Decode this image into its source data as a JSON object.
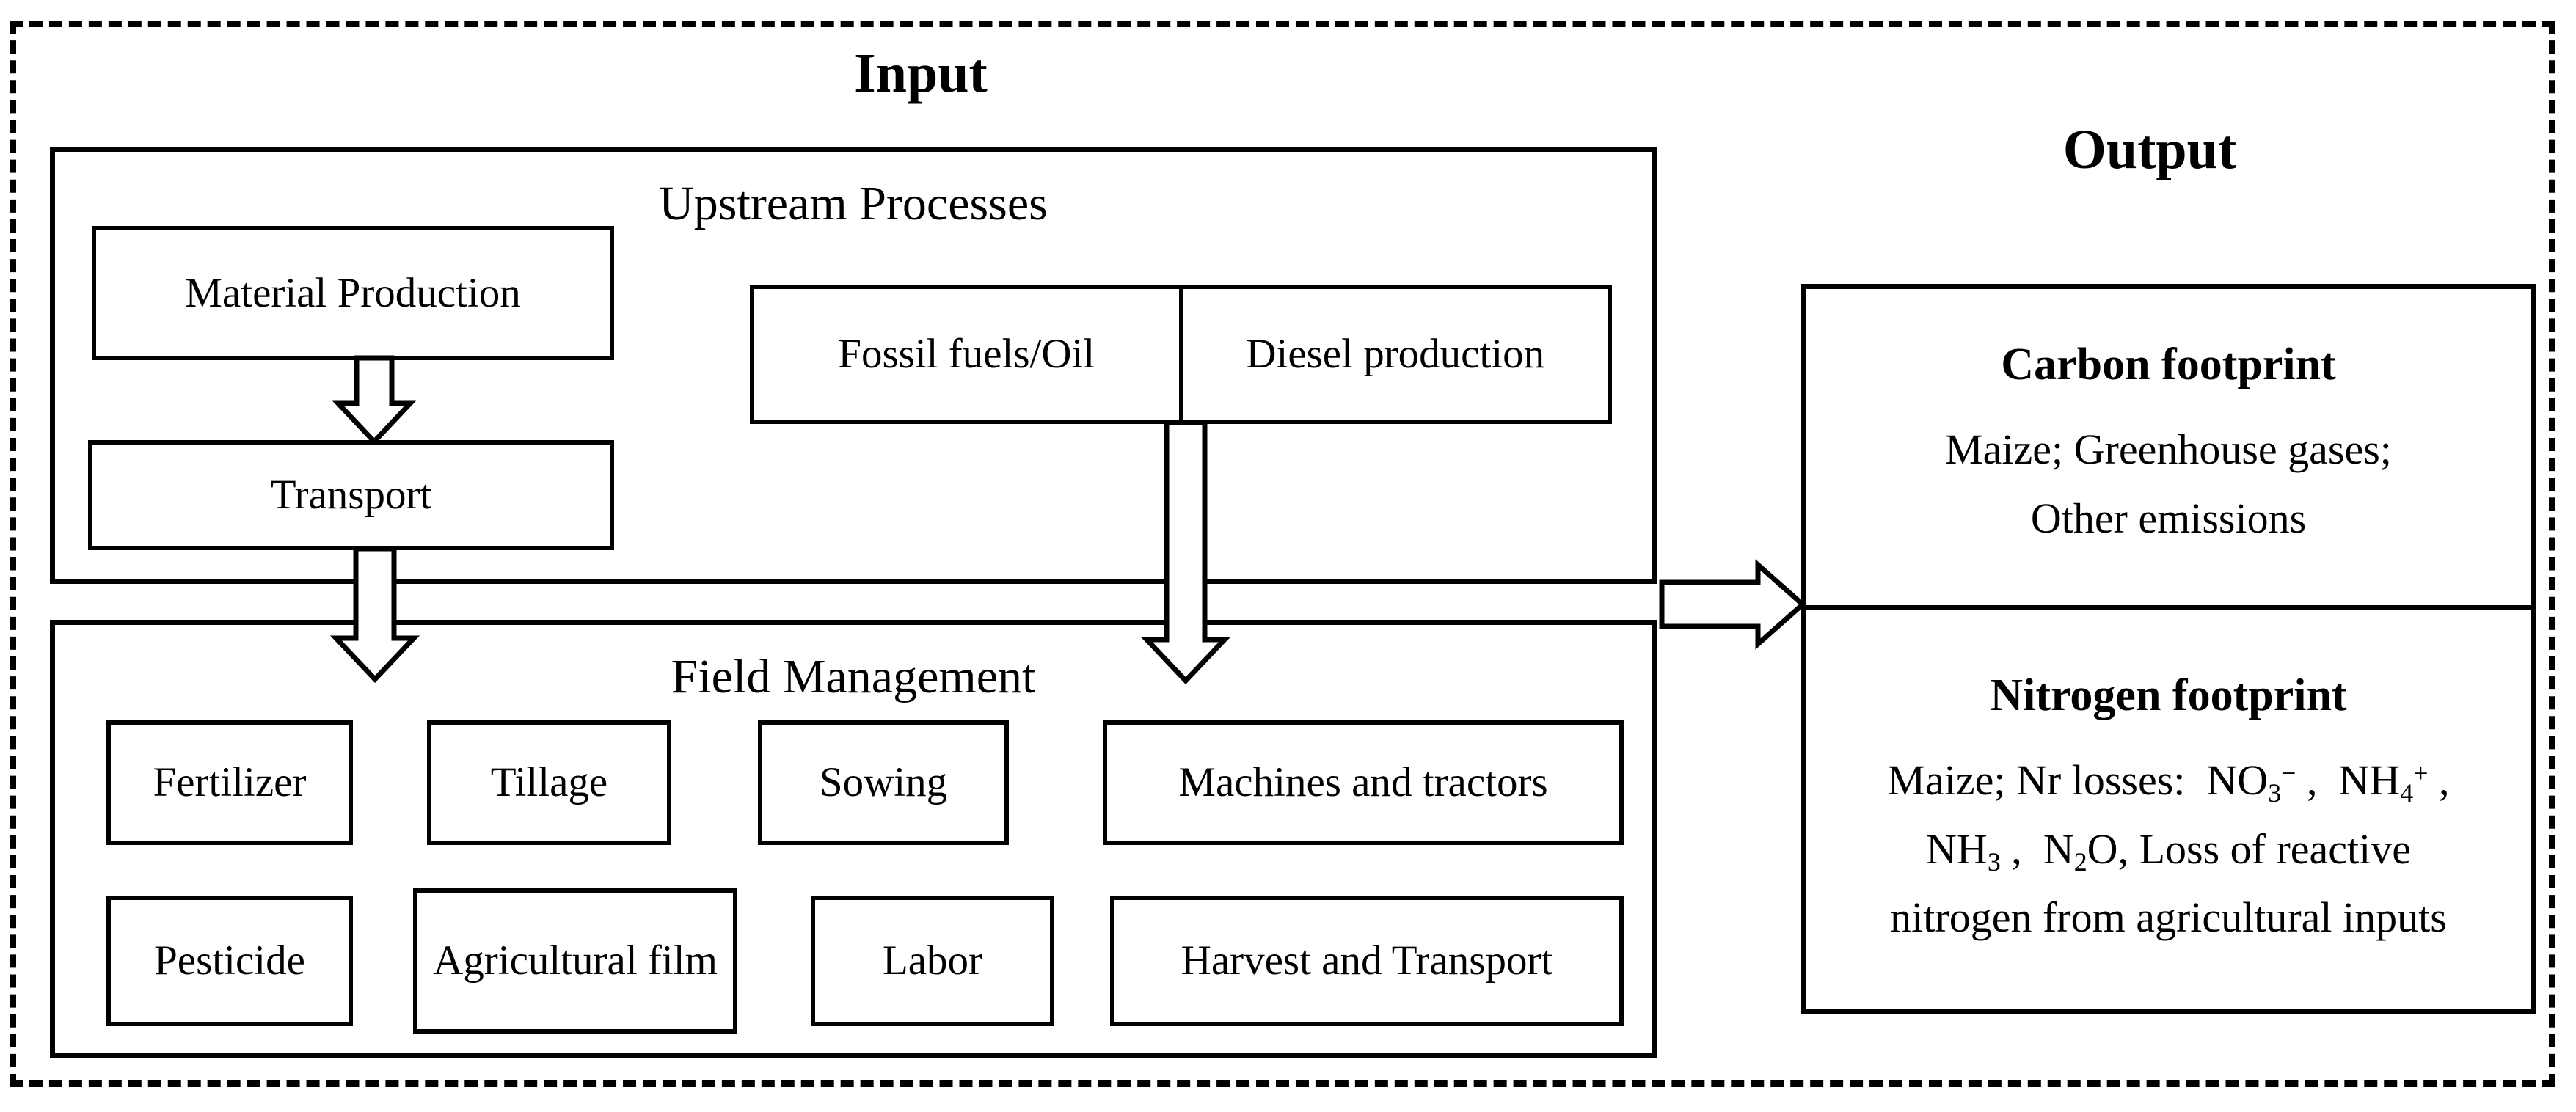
{
  "diagram": {
    "title_input": "Input",
    "title_output": "Output"
  },
  "upstream": {
    "label": "Upstream Processes",
    "boxes": [
      {
        "id": "material-production",
        "label": "Material Production"
      },
      {
        "id": "transport",
        "label": "Transport"
      }
    ],
    "fuel_box": {
      "left_label": "Fossil fuels/Oil",
      "right_label": "Diesel production"
    }
  },
  "field_management": {
    "label": "Field Management",
    "row1": [
      {
        "id": "fertilizer",
        "label": "Fertilizer"
      },
      {
        "id": "tillage",
        "label": "Tillage"
      },
      {
        "id": "sowing",
        "label": "Sowing"
      },
      {
        "id": "machines-and-tractors",
        "label": "Machines and tractors"
      }
    ],
    "row2": [
      {
        "id": "pesticide",
        "label": "Pesticide"
      },
      {
        "id": "agricultural-film",
        "label": "Agricultural film"
      },
      {
        "id": "labor",
        "label": "Labor"
      },
      {
        "id": "harvest-and-transport",
        "label": "Harvest and Transport"
      }
    ]
  },
  "output": {
    "carbon": {
      "title": "Carbon footprint",
      "line1": "Maize; Greenhouse gases;",
      "line2": "Other emissions"
    },
    "nitrogen": {
      "title": "Nitrogen footprint",
      "line1_prefix": "Maize; Nr losses:",
      "species": [
        "NO3-",
        "NH4+",
        "NH3",
        "N2O"
      ],
      "line2_tail": ", Loss of reactive",
      "line3": "nitrogen from agricultural inputs"
    }
  },
  "arrows": [
    {
      "id": "material-to-transport",
      "direction": "down"
    },
    {
      "id": "transport-to-field-management",
      "direction": "down"
    },
    {
      "id": "diesel-to-field-management",
      "direction": "down"
    },
    {
      "id": "input-to-output",
      "direction": "right"
    }
  ],
  "colors": {
    "stroke": "#000000",
    "background": "#ffffff"
  }
}
